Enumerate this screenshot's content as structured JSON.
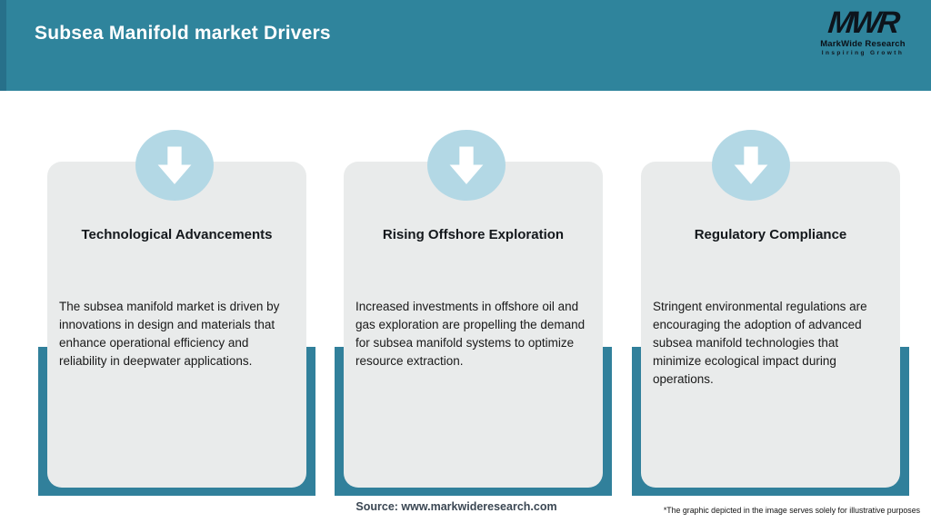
{
  "header": {
    "title": "Subsea Manifold market Drivers",
    "logo": {
      "acronym": "MWR",
      "name": "MarkWide Research",
      "tagline": "Inspiring Growth"
    }
  },
  "cards": [
    {
      "icon": "down-arrow-icon",
      "title": "Technological Advancements",
      "body": "The subsea manifold market is driven by innovations in design and materials that enhance operational efficiency and reliability in deepwater applications."
    },
    {
      "icon": "down-arrow-icon",
      "title": "Rising Offshore Exploration",
      "body": "Increased investments in offshore oil and gas exploration are propelling the demand for subsea manifold systems to optimize resource extraction."
    },
    {
      "icon": "down-arrow-icon",
      "title": "Regulatory Compliance",
      "body": "Stringent environmental regulations are encouraging the adoption of advanced subsea manifold technologies that minimize ecological impact during operations."
    }
  ],
  "footer": {
    "source": "Source: www.markwideresearch.com",
    "disclaimer": "*The graphic depicted in the image serves solely for illustrative purposes"
  },
  "colors": {
    "header_teal": "#2F849C",
    "card_shadow_teal": "#31809B",
    "circle_light_blue": "#B3D8E5",
    "card_background": "#E9EBEB",
    "title_text": "#FFFFFF",
    "body_text": "#191919"
  }
}
